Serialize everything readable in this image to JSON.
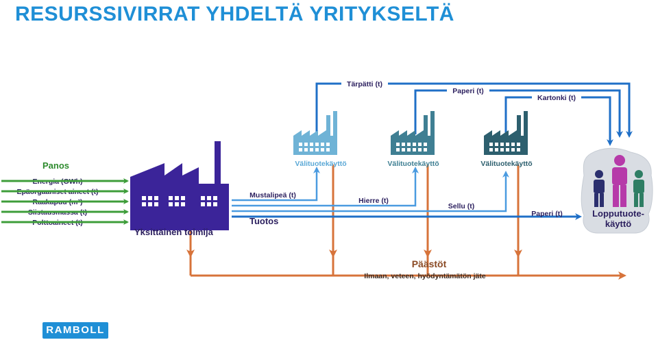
{
  "title": "RESURSSIVIRRAT YHDELTÄ YRITYKSELTÄ",
  "panos": {
    "heading": "Panos",
    "inputs": [
      "Energia (GWh)",
      "Epäorgaaniset aineet (t)",
      "Raakapuu (m³)",
      "Siistausmassa (t)",
      "Polttoaineet (t)"
    ]
  },
  "main_factory_label": "Yksittäinen toimija",
  "tuotos_label": "Tuotos",
  "product_flows": {
    "mustalipea": "Mustalipeä (t)",
    "hierre": "Hierre (t)",
    "sellu": "Sellu (t)",
    "paperi": "Paperi (t)"
  },
  "top_flows": {
    "tarpatti": "Tärpätti (t)",
    "paperi": "Paperi (t)",
    "kartonki": "Kartonki (t)"
  },
  "intermediate_factories": [
    "Välituotekäyttö",
    "Välituotekäyttö",
    "Välituotekäyttö"
  ],
  "end_use": "Lopputuote-\nkäyttö",
  "end_use_lines": [
    "Lopputuote-",
    "käyttö"
  ],
  "emissions": {
    "heading": "Päästöt",
    "subtext": "Ilmaan, veteen, hyödyntämätön jäte"
  },
  "logo_text": "RAMBOLL",
  "colors": {
    "title": "#1f8fd6",
    "input_arrow": "#3e9d3a",
    "panos_text": "#2e8b2e",
    "main_factory": "#3b2499",
    "flow_blue": "#1f6fc7",
    "factory_1": "#6fb3d6",
    "factory_2": "#3f7f93",
    "factory_3": "#2d5f6e",
    "emission": "#d7733a",
    "label_dark": "#2b1f5e"
  }
}
